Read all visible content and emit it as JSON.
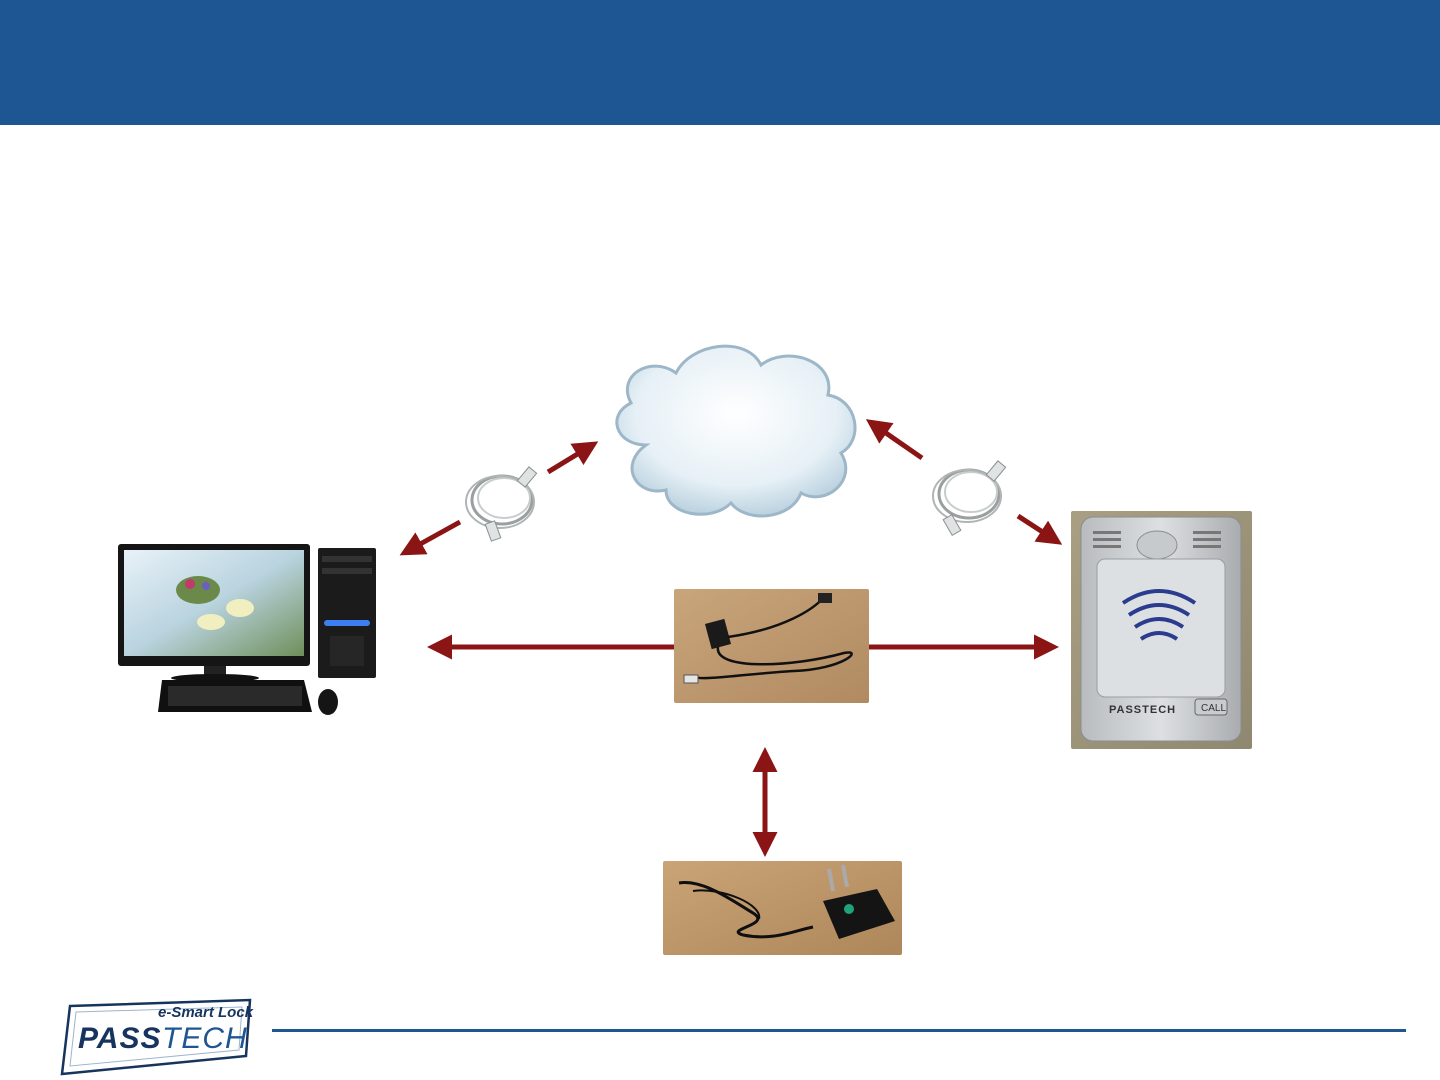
{
  "header": {
    "color": "#1e5593"
  },
  "colors": {
    "arrow": "#8b1414",
    "accent": "#1e5593"
  },
  "device": {
    "brand": "PASSTECH",
    "call_label": "CALL"
  },
  "logo": {
    "top_line": "e-Smart Lock",
    "word_pass": "PASS",
    "word_tech": "TECH"
  },
  "icons": [
    "cloud-icon",
    "computer-icon",
    "ethernet-cable-icon",
    "serial-cable-icon",
    "door-terminal-icon",
    "power-adapter-icon"
  ]
}
